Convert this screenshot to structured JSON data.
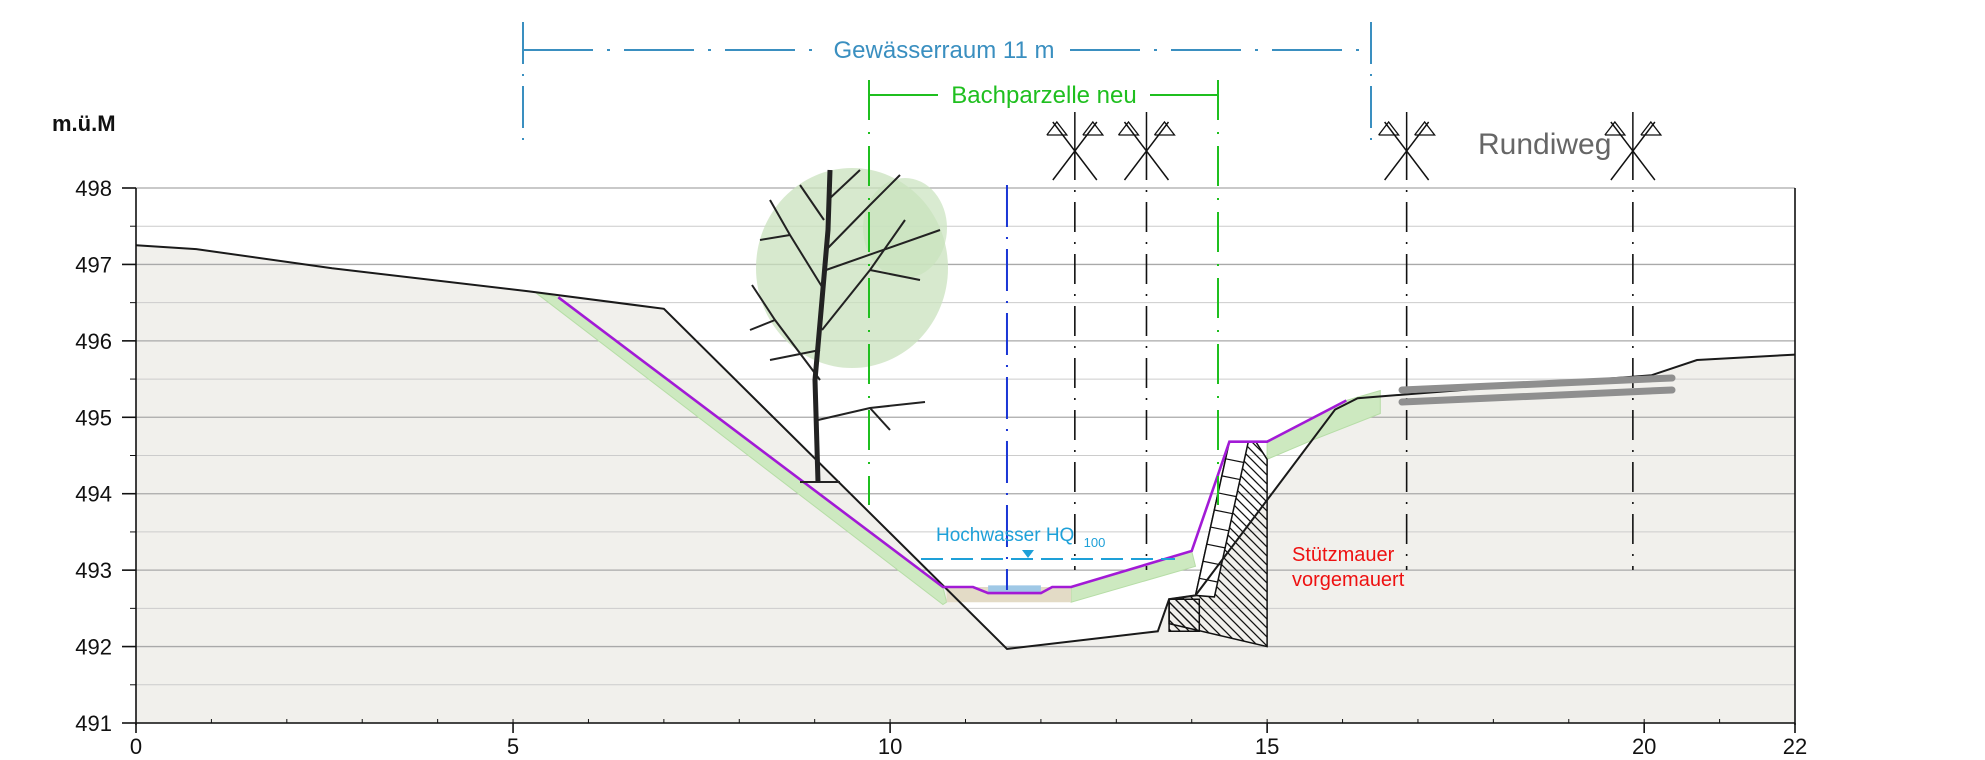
{
  "chart_data": {
    "type": "cross-section",
    "unit_label": "m.ü.M",
    "x_ticks": [
      0,
      5,
      10,
      15,
      20,
      22
    ],
    "y_ticks": [
      491,
      492,
      493,
      494,
      495,
      496,
      497,
      498
    ],
    "xlim": [
      0,
      22
    ],
    "ylim": [
      491,
      498
    ],
    "grid": true,
    "annotations": {
      "gewaesserraum": "Gewässerraum 11 m",
      "bachparzelle": "Bachparzelle neu",
      "hochwasser": "Hochwasser HQ",
      "hochwasser_sub": "100",
      "stuetzmauer_1": "Stützmauer",
      "stuetzmauer_2": "vorgemauert",
      "rundiweg": "Rundiweg"
    },
    "gewaesserraum_x": [
      5.05,
      16.1
    ],
    "bachparzelle_x": [
      9.6,
      14.2
    ],
    "blue_marker_x": 11.55,
    "hq100_level": 493.15,
    "existing_terrain": [
      [
        0,
        497.25
      ],
      [
        0.8,
        497.2
      ],
      [
        2.6,
        496.95
      ],
      [
        5.2,
        496.65
      ],
      [
        7,
        496.42
      ],
      [
        11.55,
        491.97
      ],
      [
        13.55,
        492.2
      ],
      [
        13.7,
        492.62
      ],
      [
        14.05,
        492.67
      ],
      [
        15.9,
        495.1
      ],
      [
        16.2,
        495.25
      ],
      [
        20.1,
        495.55
      ],
      [
        20.7,
        495.75
      ],
      [
        22,
        495.82
      ]
    ],
    "new_profile": [
      [
        5.6,
        496.57
      ],
      [
        10.7,
        492.78
      ],
      [
        11.1,
        492.78
      ],
      [
        11.3,
        492.7
      ],
      [
        12.0,
        492.7
      ],
      [
        12.15,
        492.78
      ],
      [
        12.4,
        492.78
      ],
      [
        14.0,
        493.25
      ],
      [
        14.5,
        494.68
      ],
      [
        15.0,
        494.68
      ],
      [
        16.05,
        495.22
      ]
    ],
    "vertical_markers_x": [
      12.45,
      13.4,
      16.85,
      19.85
    ]
  }
}
